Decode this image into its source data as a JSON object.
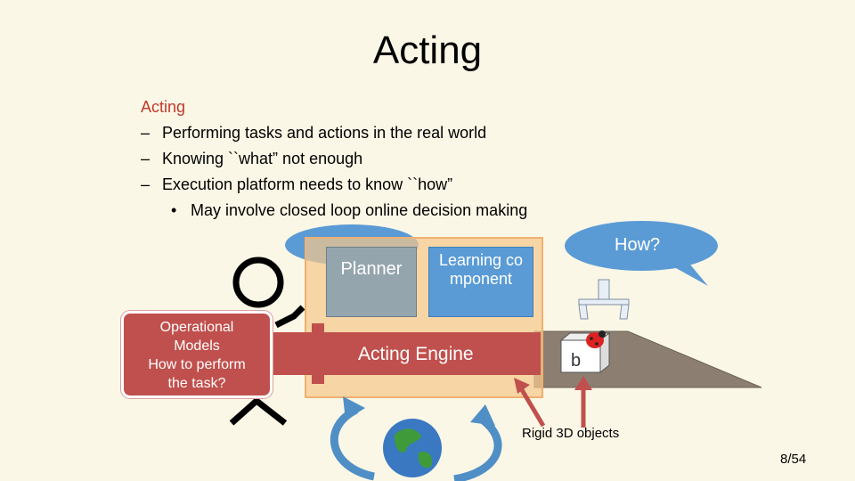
{
  "slide": {
    "title": "Acting",
    "bullets": {
      "heading": "Acting",
      "items": [
        "Performing tasks and actions in the real world",
        "Knowing ``what” not enough",
        "Execution platform needs to know ``how”"
      ],
      "sub_item": "May involve closed loop online decision making",
      "dash": "–",
      "dot": "•"
    }
  },
  "diagram": {
    "bubble_how": "How?",
    "planner": "Planner",
    "learning_component": "Learning component",
    "acting_engine": "Acting Engine",
    "operational_models": [
      "Operational",
      "Models",
      "How to perform",
      "the task?"
    ],
    "box_letter": "b",
    "rigid_label": "Rigid 3D objects"
  },
  "footer": {
    "page_number": "8/54"
  },
  "colors": {
    "background": "#fbf7e6",
    "accent_red": "#c0504d",
    "bubble_blue": "#5b9bd5",
    "arrow_red": "#c0504d"
  }
}
